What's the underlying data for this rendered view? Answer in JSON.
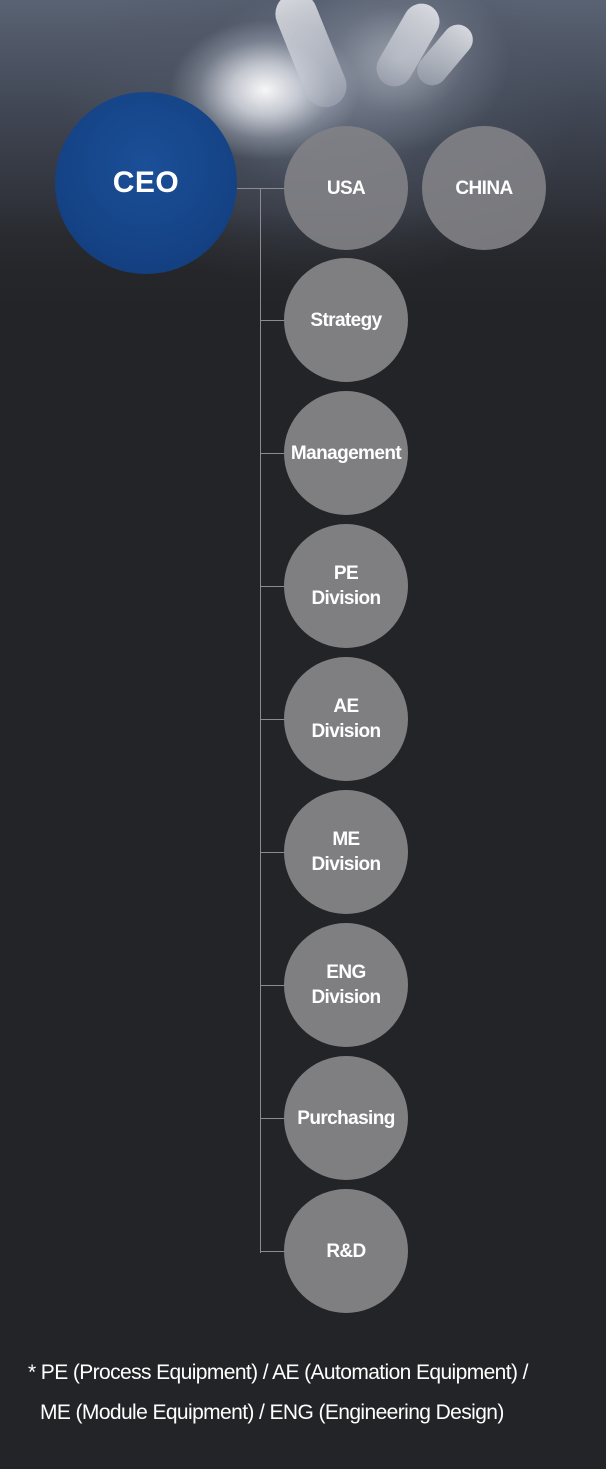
{
  "ceo": {
    "label": "CEO"
  },
  "overseas": [
    {
      "label": "USA"
    },
    {
      "label": "CHINA"
    }
  ],
  "departments": [
    {
      "label": "Strategy"
    },
    {
      "label": "Management"
    },
    {
      "label": "PE\nDivision"
    },
    {
      "label": "AE\nDivision"
    },
    {
      "label": "ME\nDivision"
    },
    {
      "label": "ENG\nDivision"
    },
    {
      "label": "Purchasing"
    },
    {
      "label": "R&D"
    }
  ],
  "footnote": {
    "line1": "* PE (Process Equipment)  / AE (Automation Equipment) /",
    "line2": "ME (Module Equipment) / ENG (Engineering Design)"
  },
  "colors": {
    "ceo": "#154386",
    "node": "#7f7f81",
    "connector": "#8a8c92",
    "background": "#232427"
  }
}
